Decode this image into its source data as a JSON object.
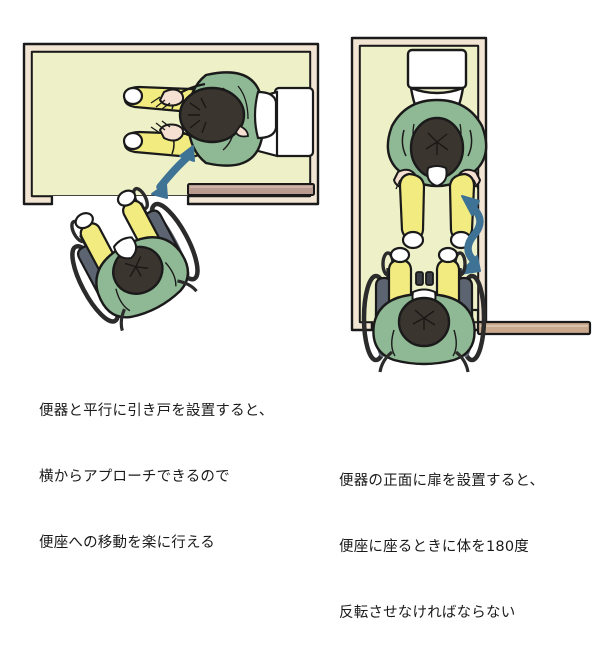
{
  "figure": {
    "title_text_present": false,
    "background": "#ffffff",
    "panels": [
      {
        "id": "left-panel",
        "name": "sliding-door-parallel-layout",
        "room": {
          "floor_color": "#eef1c8",
          "wall_color": "#f2e5d3",
          "outline_color": "#1a1a1a",
          "door_panel_color": "#b99a8f",
          "door_type": "sliding-door",
          "door_position": "parallel-to-toilet"
        },
        "figures": [
          {
            "name": "person-on-toilet",
            "orientation": "facing-left",
            "shirt": "#8fb894",
            "pants": "#f2ec80",
            "hair": "#3b3530",
            "skin": "#f6e0d2",
            "fixture": "#ffffff"
          },
          {
            "name": "person-in-wheelchair",
            "orientation": "angled",
            "shirt": "#8fb894",
            "pants": "#f2ec80",
            "hair": "#3b3530",
            "chair_frame": "#2b2b2b",
            "chair_seat": "#6e8fb0"
          }
        ],
        "arrow": {
          "name": "transfer-arrow",
          "color": "#3f7396",
          "style": "double-headed-curved",
          "meaning": "lateral-transfer"
        }
      },
      {
        "id": "right-panel",
        "name": "front-door-layout",
        "room": {
          "floor_color": "#eef1c8",
          "wall_color": "#f2e5d3",
          "outline_color": "#1a1a1a",
          "door_panel_color": "#c8a98e",
          "door_type": "hinged-door",
          "door_position": "front-of-toilet"
        },
        "figures": [
          {
            "name": "person-on-toilet",
            "orientation": "facing-up",
            "shirt": "#8fb894",
            "pants": "#f2ec80",
            "hair": "#3b3530",
            "skin": "#f6e0d2",
            "fixture": "#ffffff"
          },
          {
            "name": "person-in-wheelchair",
            "orientation": "facing-up",
            "shirt": "#8fb894",
            "pants": "#f2ec80",
            "hair": "#3b3530",
            "chair_frame": "#2b2b2b",
            "chair_seat": "#6e8fb0"
          }
        ],
        "arrow": {
          "name": "rotation-arrow",
          "color": "#3f7396",
          "style": "double-headed-s-curve",
          "meaning": "180-degree-turn"
        }
      }
    ]
  },
  "captions": {
    "left": {
      "line1": "便器と平行に引き戸を設置すると、",
      "line2": "横からアプローチできるので",
      "line3": "便座への移動を楽に行える"
    },
    "right": {
      "line1": "便器の正面に扉を設置すると、",
      "line2": "便座に座るときに体を180度",
      "line3": "反転させなければならない"
    }
  },
  "colors": {
    "floor": "#eef1c8",
    "wall": "#f2e5d3",
    "ink": "#1a1a1a",
    "shirt_green": "#8fb894",
    "pants_yellow": "#f2ec80",
    "hair_dark": "#3b3530",
    "skin": "#f6e0d2",
    "arrow_blue": "#3f7396",
    "door_wood_left": "#b99a8f",
    "door_wood_right": "#c8a98e",
    "wheel_gray": "#5b6470",
    "seat_blue": "#6e8fb0",
    "text": "#1a1a1a"
  }
}
